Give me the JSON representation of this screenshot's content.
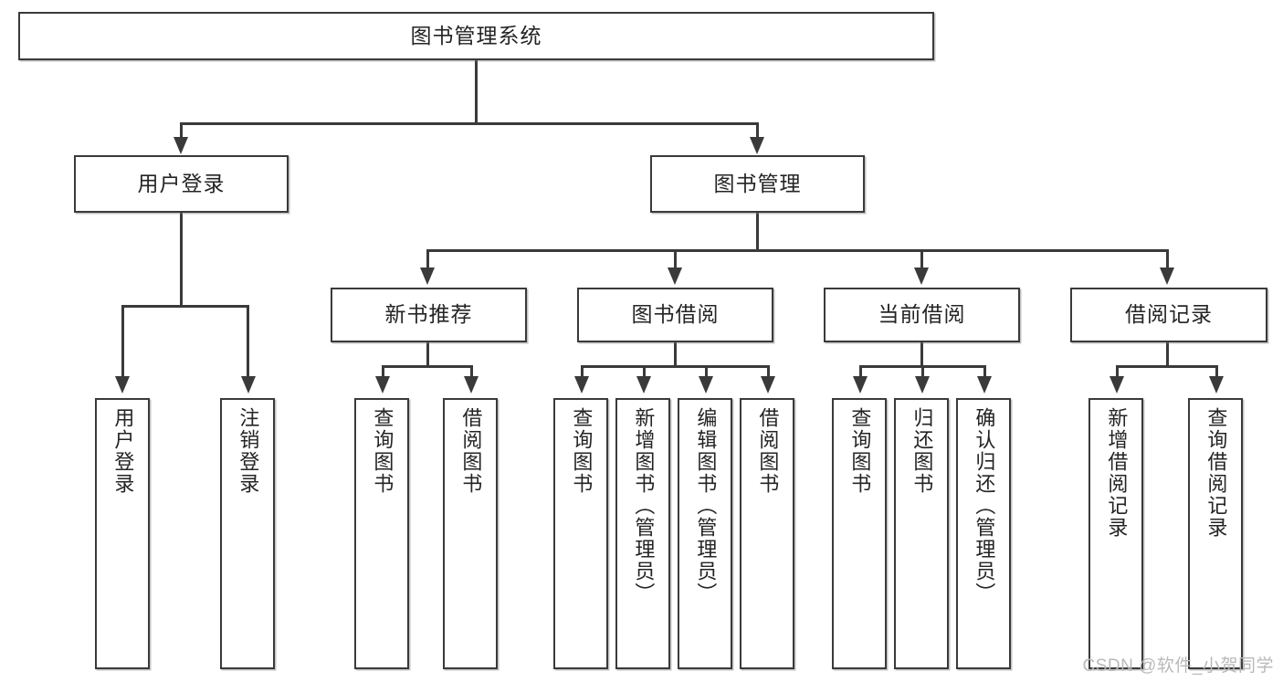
{
  "diagram": {
    "title": "图书管理系统",
    "type": "tree-hierarchy",
    "watermark": "CSDN @软件_小贺同学",
    "root": {
      "label": "图书管理系统"
    },
    "level2": [
      {
        "id": "user-login",
        "label": "用户登录"
      },
      {
        "id": "book-management",
        "label": "图书管理"
      }
    ],
    "level3": [
      {
        "id": "new-book-recommend",
        "label": "新书推荐",
        "parent": "book-management"
      },
      {
        "id": "book-borrow",
        "label": "图书借阅",
        "parent": "book-management"
      },
      {
        "id": "current-borrow",
        "label": "当前借阅",
        "parent": "book-management"
      },
      {
        "id": "borrow-record",
        "label": "借阅记录",
        "parent": "book-management"
      }
    ],
    "leaves": {
      "user_login": [
        {
          "id": "leaf-user-login",
          "label": "用户登录"
        },
        {
          "id": "leaf-logout-login",
          "label": "注销登录"
        }
      ],
      "new_book_recommend": [
        {
          "id": "leaf-query-book-1",
          "label": "查询图书"
        },
        {
          "id": "leaf-borrow-book-1",
          "label": "借阅图书"
        }
      ],
      "book_borrow": [
        {
          "id": "leaf-query-book-2",
          "label": "查询图书"
        },
        {
          "id": "leaf-add-book",
          "label": "新增图书（管理员）"
        },
        {
          "id": "leaf-edit-book",
          "label": "编辑图书（管理员）"
        },
        {
          "id": "leaf-borrow-book-2",
          "label": "借阅图书"
        }
      ],
      "current_borrow": [
        {
          "id": "leaf-query-book-3",
          "label": "查询图书"
        },
        {
          "id": "leaf-return-book",
          "label": "归还图书"
        },
        {
          "id": "leaf-confirm-return",
          "label": "确认归还（管理员）"
        }
      ],
      "borrow_record": [
        {
          "id": "leaf-add-record",
          "label": "新增借阅记录"
        },
        {
          "id": "leaf-query-record",
          "label": "查询借阅记录"
        }
      ]
    },
    "colors": {
      "stroke": "#3a3a3a",
      "fill": "#ffffff",
      "text": "#242424",
      "watermark": "#b9b9b9"
    }
  }
}
